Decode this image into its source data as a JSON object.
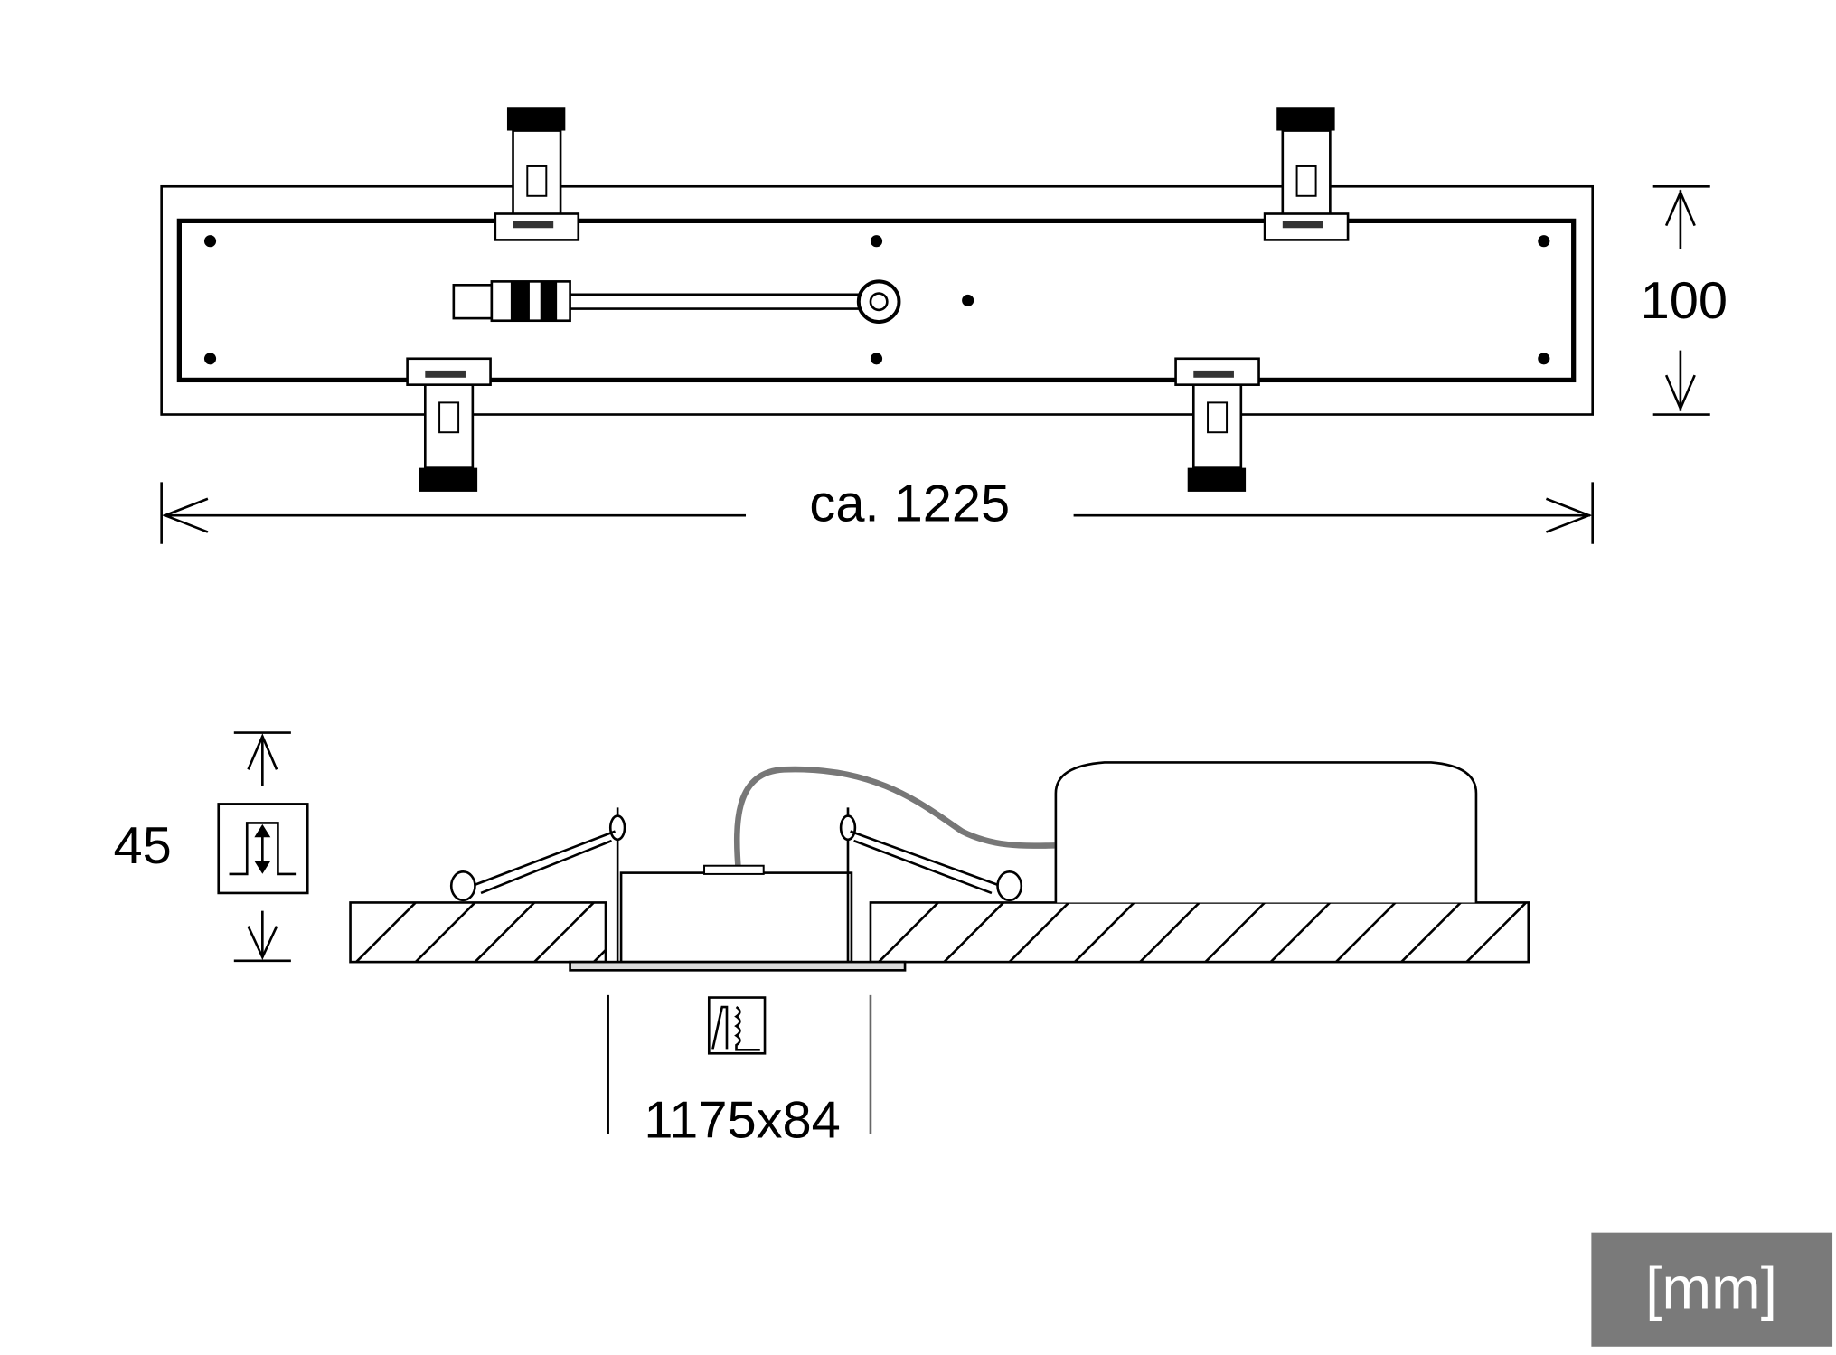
{
  "top_view": {
    "width_label": "ca. 1225",
    "height_label": "100"
  },
  "section_view": {
    "depth_label": "45",
    "cutout_label": "1175x84"
  },
  "unit_badge": {
    "label": "[mm]",
    "background": "#7a7a7a"
  },
  "colors": {
    "line": "#000000",
    "cable": "#777777"
  }
}
